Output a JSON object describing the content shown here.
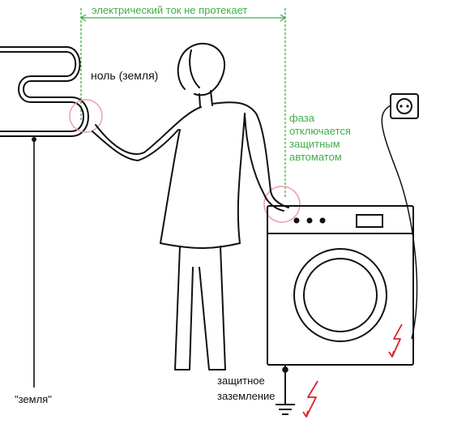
{
  "labels": {
    "top_span": "электрический ток не протекает",
    "neutral": "ноль (земля)",
    "phase": [
      "фаза",
      "отключается",
      "защитным",
      "автоматом"
    ],
    "ground_quoted": "\"земля\"",
    "protective_ground": [
      "защитное",
      "заземление"
    ]
  },
  "colors": {
    "accent_green": "#3fae49",
    "zone_pink": "#e9a0aa",
    "spark_red": "#e02020",
    "line": "#111111"
  },
  "icons": {
    "socket": "wall-socket-icon",
    "ground": "ground-symbol-icon",
    "spark": "lightning-icon"
  }
}
